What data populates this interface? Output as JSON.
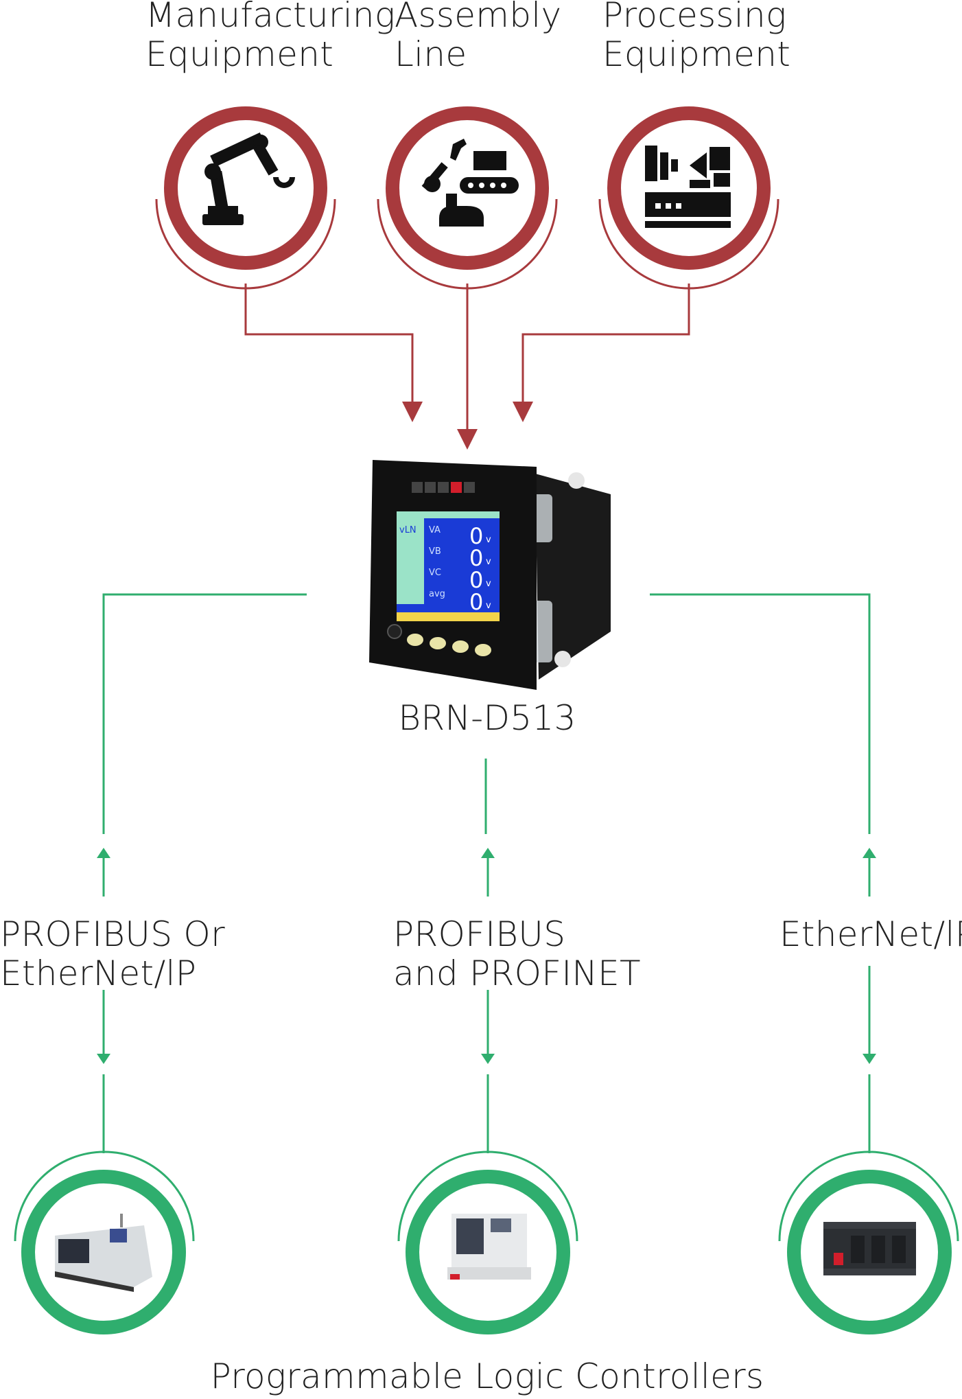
{
  "sources": [
    {
      "line1": "Manufacturing",
      "line2": "Equipment",
      "icon": "robot-arm-icon"
    },
    {
      "line1": "Assembly",
      "line2": "Line",
      "icon": "assembly-line-icon"
    },
    {
      "line1": "Processing",
      "line2": "Equipment",
      "icon": "processing-machine-icon"
    }
  ],
  "device": {
    "name": "BRN-D513"
  },
  "protocols": [
    {
      "line1": "PROFIBUS Or",
      "line2": "EtherNet/lP"
    },
    {
      "line1": "PROFIBUS",
      "line2": "and PROFINET"
    },
    {
      "line1": "EtherNet/lP",
      "line2": ""
    }
  ],
  "targets": [
    {
      "icon": "cnc-lathe-icon"
    },
    {
      "icon": "cnc-machine-icon"
    },
    {
      "icon": "plc-module-icon"
    }
  ],
  "footer": {
    "title": "Programmable Logic Controllers"
  },
  "colors": {
    "red": "#a83a3d",
    "green": "#2fae6e"
  }
}
